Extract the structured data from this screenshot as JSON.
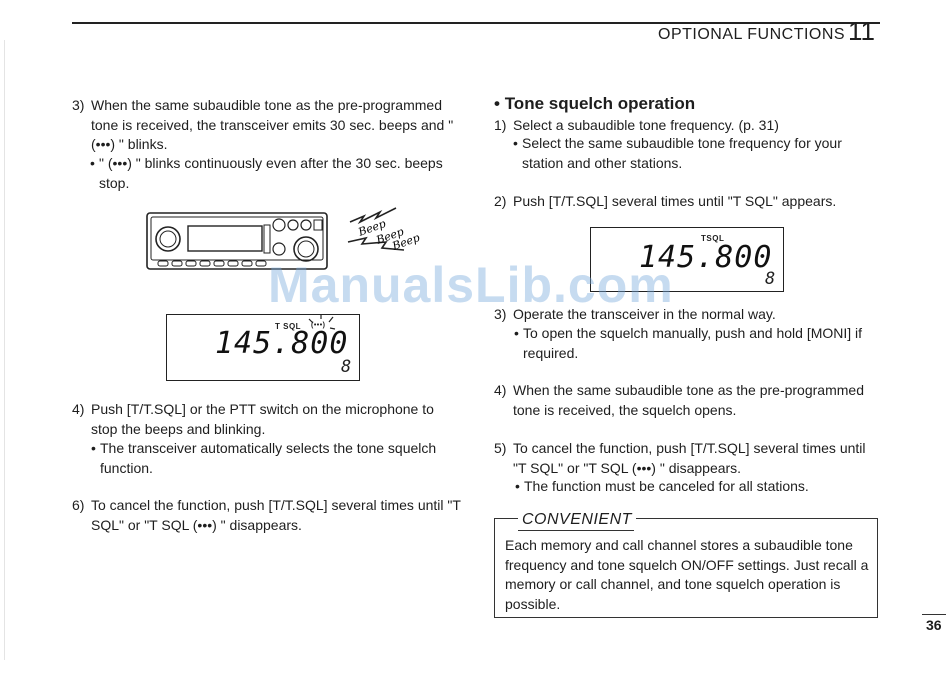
{
  "header": {
    "section": "OPTIONAL FUNCTIONS",
    "chapter": "11"
  },
  "left": {
    "p3": {
      "num": "3)",
      "text": "When the same subaudible tone as the pre-programmed tone is received, the transceiver emits 30 sec. beeps and \" (•••) \" blinks."
    },
    "p3_bullet": "\" (•••) \" blinks continuously even after the 30 sec. beeps stop.",
    "beep_art": [
      "Beep",
      "Beep",
      "Beep"
    ],
    "lcd1": {
      "label": "T SQL",
      "indicator": "(•••)",
      "freq": "145.800",
      "channel": "8"
    },
    "p4": {
      "num": "4)",
      "text": "Push [T/T.SQL] or the PTT switch on the microphone to stop the beeps and blinking."
    },
    "p4_bullet": "The transceiver automatically selects the tone squelch function.",
    "p6": {
      "num": "6)",
      "text": "To cancel the function, push [T/T.SQL] several times until \"T SQL\" or \"T SQL (•••) \" disappears."
    }
  },
  "right": {
    "section_title": "Tone squelch operation",
    "p1": {
      "num": "1)",
      "text": "Select a subaudible tone frequency. (p. 31)"
    },
    "p1_bullet": "Select the same subaudible tone frequency for your station and other stations.",
    "p2": {
      "num": "2)",
      "text": "Push [T/T.SQL] several times until \"T SQL\" appears."
    },
    "lcd2": {
      "label": "TSQL",
      "freq": "145.800",
      "channel": "8"
    },
    "p3": {
      "num": "3)",
      "text": "Operate the transceiver in the normal way."
    },
    "p3_bullet": "To open the squelch manually, push and hold [MONI] if required.",
    "p4": {
      "num": "4)",
      "text": "When the same subaudible tone as the pre-programmed tone is received, the squelch opens."
    },
    "p5": {
      "num": "5)",
      "text": "To cancel the function, push [T/T.SQL] several times until \"T SQL\" or \"T SQL (•••) \" disappears."
    },
    "p5_bullet": "The function must be canceled for all stations.",
    "convenient": {
      "label": "CONVENIENT",
      "text": "Each memory and call channel stores a subaudible tone frequency and tone squelch ON/OFF settings. Just recall a memory or call channel, and tone squelch operation is possible."
    }
  },
  "watermark": "ManualsLib.com",
  "page_number": "36"
}
